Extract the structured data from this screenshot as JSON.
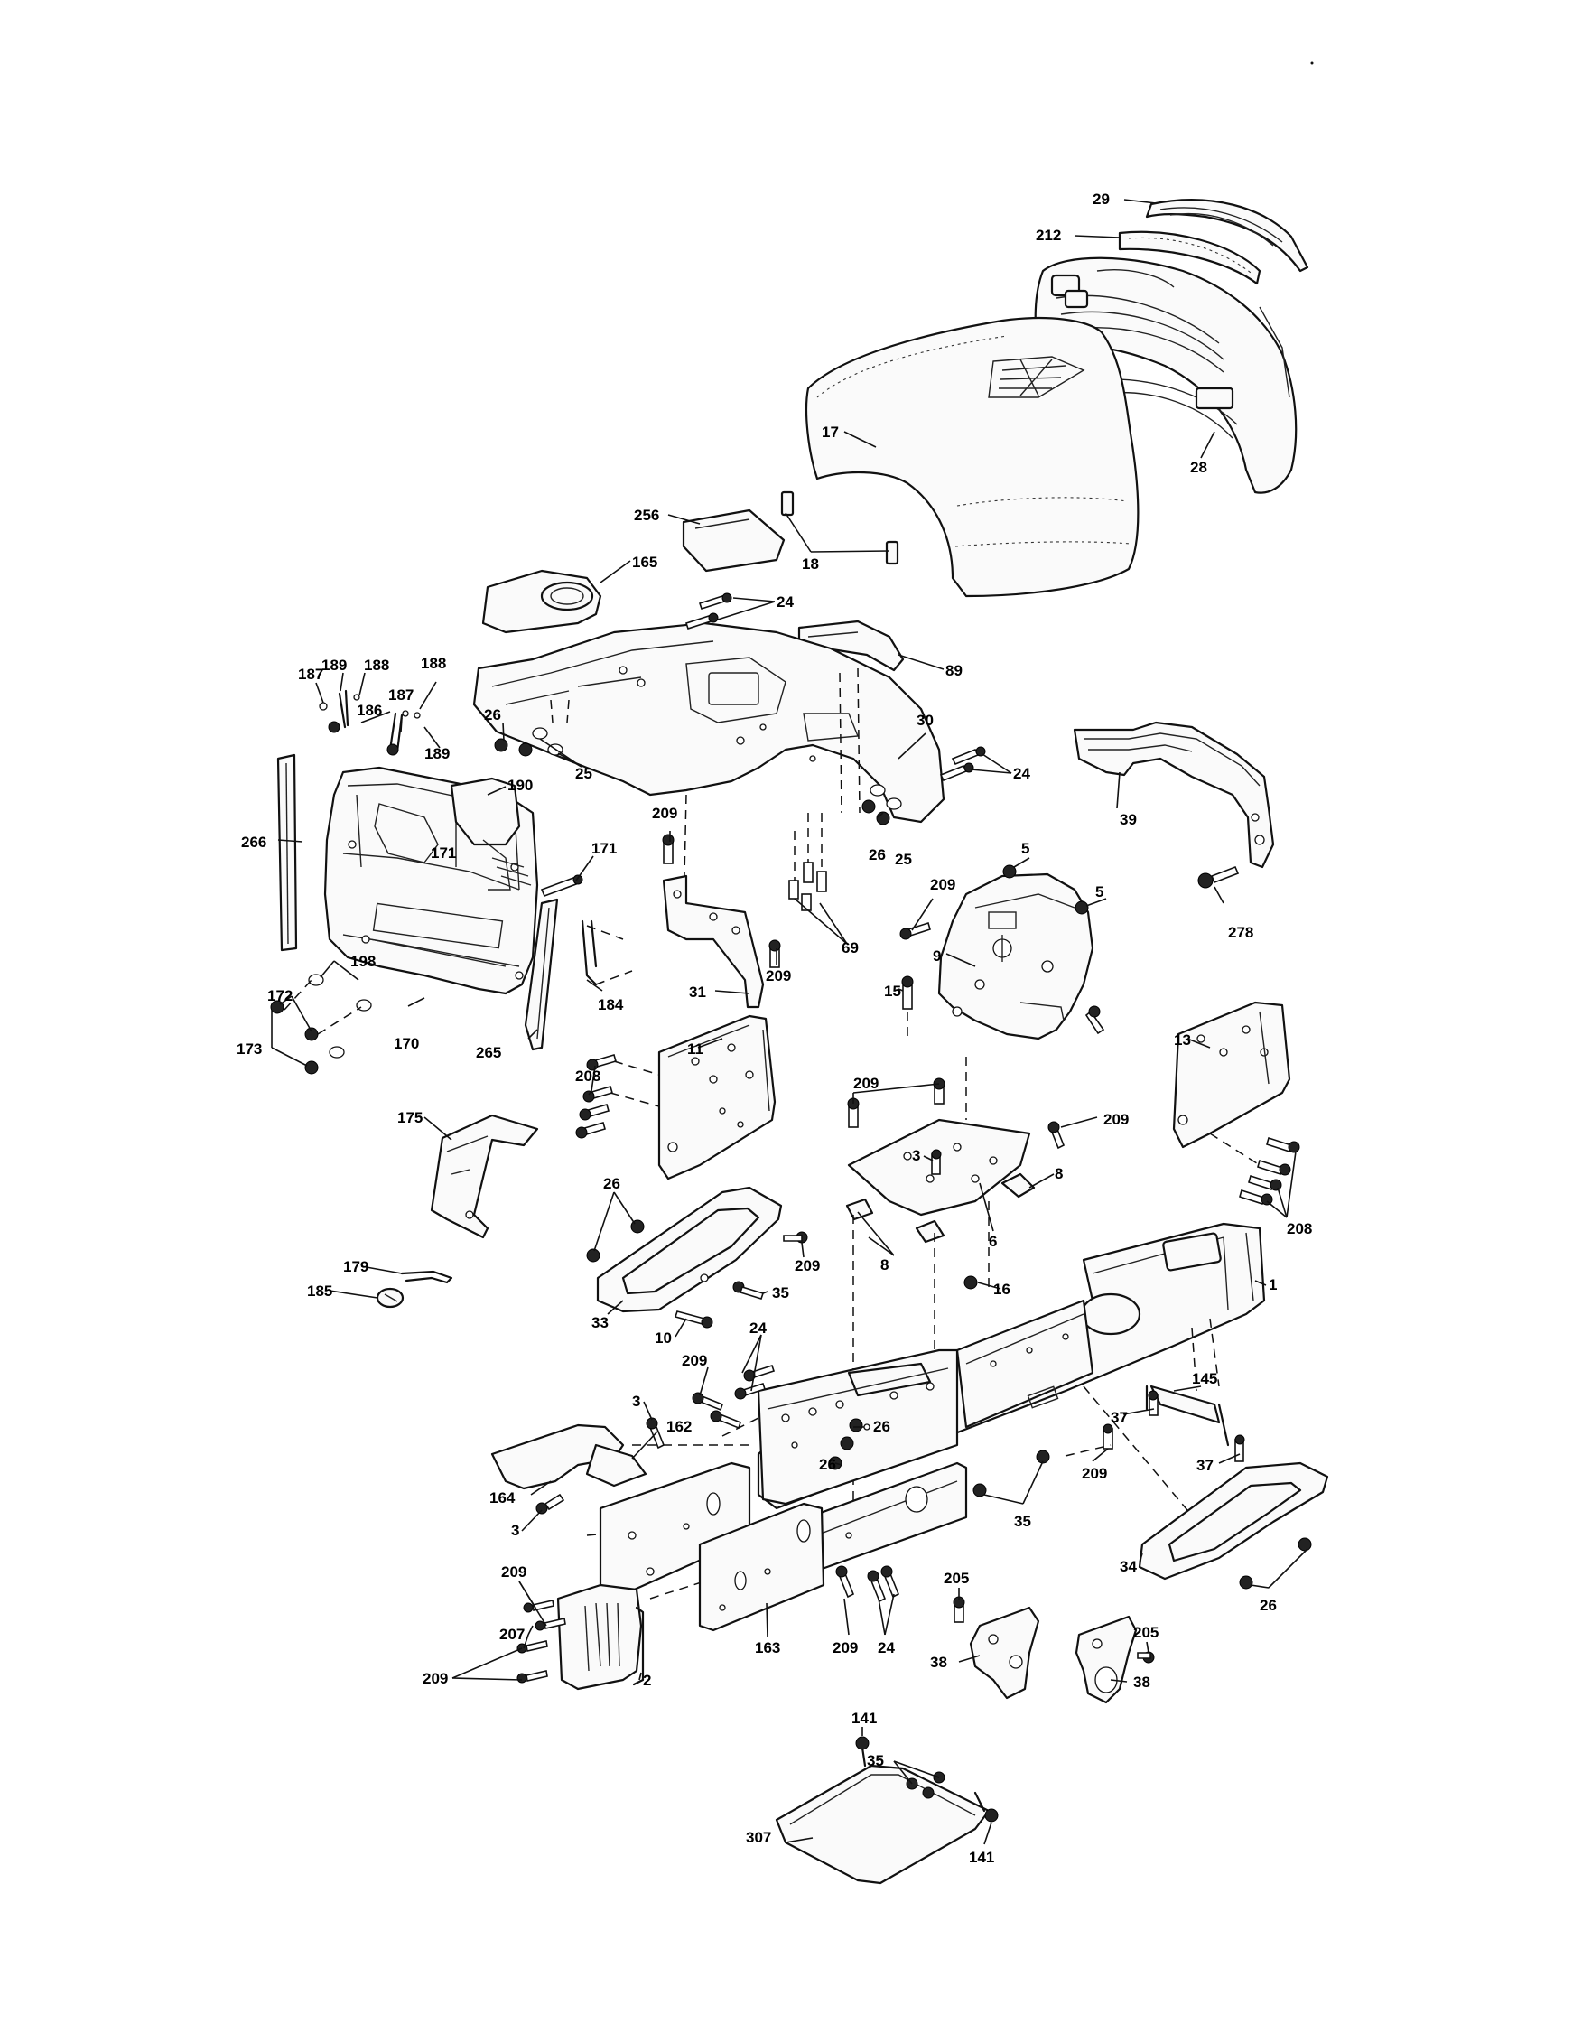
{
  "diagram": {
    "type": "exploded parts diagram",
    "callouts": [
      "29",
      "212",
      "28",
      "17",
      "18",
      "256",
      "165",
      "24",
      "89",
      "189",
      "188",
      "187",
      "186",
      "187",
      "188",
      "189",
      "190",
      "26",
      "25",
      "30",
      "24",
      "39",
      "266",
      "171",
      "171",
      "209",
      "26",
      "25",
      "5",
      "209",
      "5",
      "69",
      "278",
      "31",
      "209",
      "9",
      "198",
      "172",
      "173",
      "170",
      "184",
      "265",
      "11",
      "15",
      "13",
      "208",
      "209",
      "209",
      "3",
      "8",
      "175",
      "26",
      "209",
      "8",
      "6",
      "208",
      "179",
      "185",
      "16",
      "1",
      "35",
      "33",
      "10",
      "24",
      "209",
      "145",
      "3",
      "162",
      "26",
      "26",
      "37",
      "37",
      "209",
      "164",
      "3",
      "35",
      "34",
      "209",
      "207",
      "2",
      "163",
      "209",
      "24",
      "205",
      "205",
      "38",
      "38",
      "26",
      "209",
      "141",
      "35",
      "307",
      "141"
    ]
  }
}
